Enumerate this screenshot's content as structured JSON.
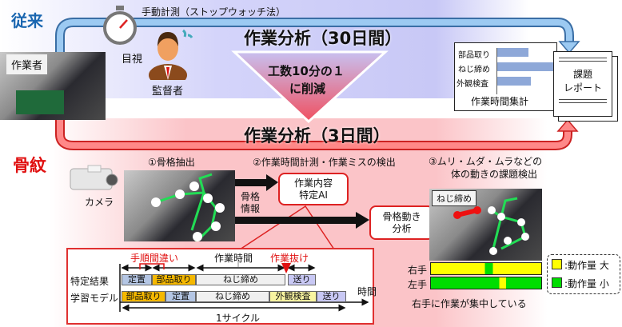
{
  "conventional": {
    "label": "従来",
    "stopwatch_caption": "手動計測（ストップウォッチ法）",
    "title": "作業分析（30日間）",
    "visual_label": "目視",
    "supervisor": "監督者",
    "worker": "作業者"
  },
  "reduction": {
    "line1": "工数10分の１",
    "line2": "に削減"
  },
  "summary_chart": {
    "items": [
      {
        "label": "部品取り",
        "value": 0.55
      },
      {
        "label": "ねじ締め",
        "value": 1.0
      },
      {
        "label": "外観検査",
        "value": 0.6
      }
    ],
    "caption": "作業時間集計"
  },
  "report": {
    "line1": "課題",
    "line2": "レポート"
  },
  "new_method": {
    "label": "骨紋",
    "title": "作業分析（3日間）",
    "camera": "カメラ",
    "step1": "①骨格抽出",
    "step2": "②作業時間計測・作業ミスの検出",
    "step3_line1": "③ムリ・ムダ・ムラなどの",
    "step3_line2": "体の動きの課題検出",
    "skeleton_info_1": "骨格",
    "skeleton_info_2": "情報",
    "ai_box_1": "作業内容",
    "ai_box_2": "特定AI",
    "motion_box_1": "骨格動き",
    "motion_box_2": "分析",
    "task_label": "ねじ締め"
  },
  "timeline": {
    "row1_label": "特定結果",
    "row2_label": "学習モデル",
    "mistake_order": "手順間違い",
    "work_time": "作業時間",
    "mistake_skip": "作業抜け",
    "time_axis": "時間",
    "cycle": "1サイクル",
    "row1": [
      {
        "label": "定置",
        "color": "#b4c6e4"
      },
      {
        "label": "部品取り",
        "color": "#f5b800"
      },
      {
        "label": "ねじ締め",
        "color": "#f0f0f0"
      },
      {
        "label": "送り",
        "color": "#c8c8f4"
      }
    ],
    "row2": [
      {
        "label": "部品取り",
        "color": "#f5b800"
      },
      {
        "label": "定置",
        "color": "#b4c6e4"
      },
      {
        "label": "ねじ締め",
        "color": "#f0f0f0"
      },
      {
        "label": "外観検査",
        "color": "#f8f4a0"
      },
      {
        "label": "送り",
        "color": "#c8c8f4"
      }
    ]
  },
  "motion": {
    "right_hand": "右手",
    "left_hand": "左手",
    "legend_large": ":動作量 大",
    "legend_small": ":動作量 小",
    "caption": "右手に作業が集中している",
    "colors": {
      "large": "#ffff00",
      "small": "#00dd00"
    }
  }
}
